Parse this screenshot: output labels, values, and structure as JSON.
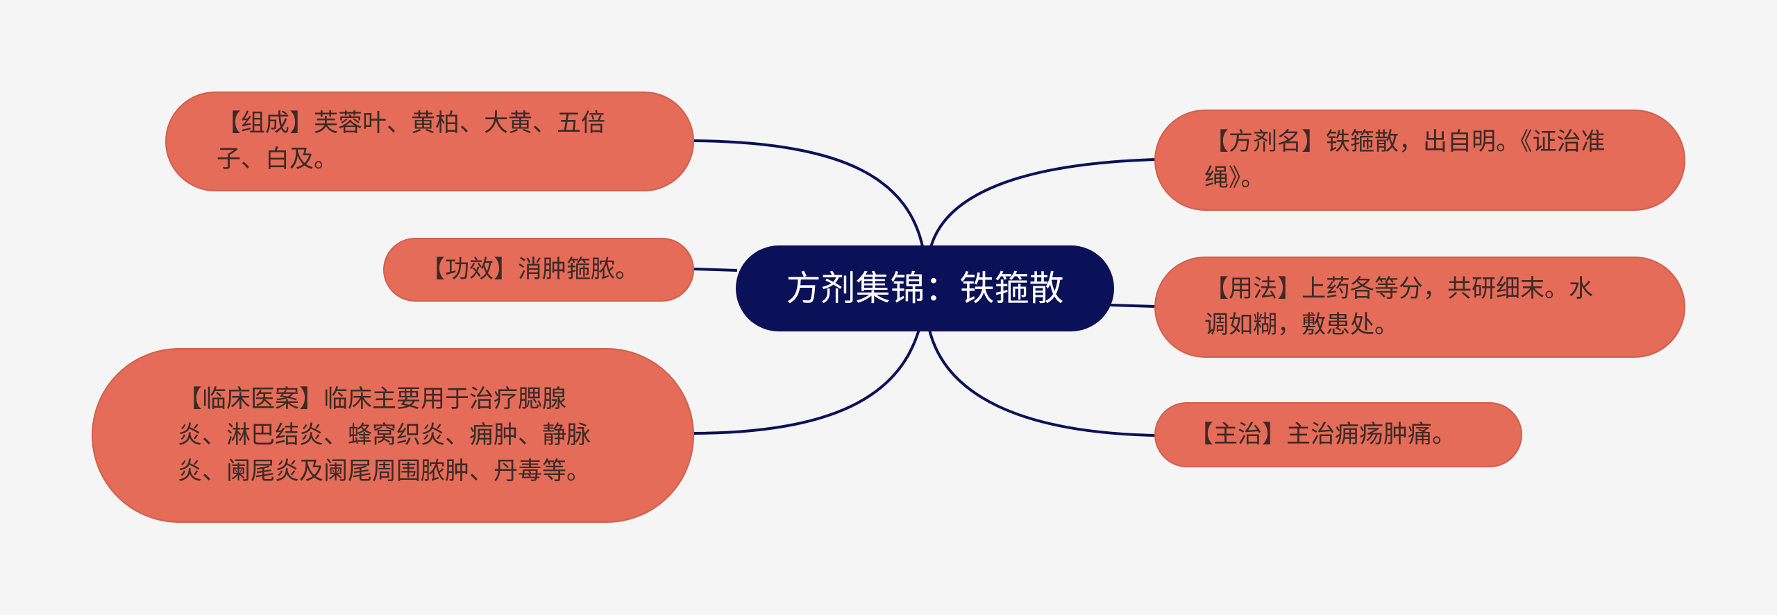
{
  "root": {
    "label": "方剂集锦：铁箍散"
  },
  "branches": {
    "composition": "【组成】芙蓉叶、黄柏、大黄、五倍子、白及。",
    "effect": "【功效】消肿箍脓。",
    "clinical": "【临床医案】临床主要用于治疗腮腺炎、淋巴结炎、蜂窝织炎、痈肿、静脉炎、阑尾炎及阑尾周围脓肿、丹毒等。",
    "name": "【方剂名】铁箍散，出自明。《证治准绳》。",
    "usage": "【用法】上药各等分，共研细末。水调如糊，敷患处。",
    "indication": "【主治】主治痈疡肿痛。"
  },
  "colors": {
    "root": "#0b1158",
    "branch": "#e46c58",
    "connector": "#0b1158",
    "background": "#f5f5f5"
  }
}
